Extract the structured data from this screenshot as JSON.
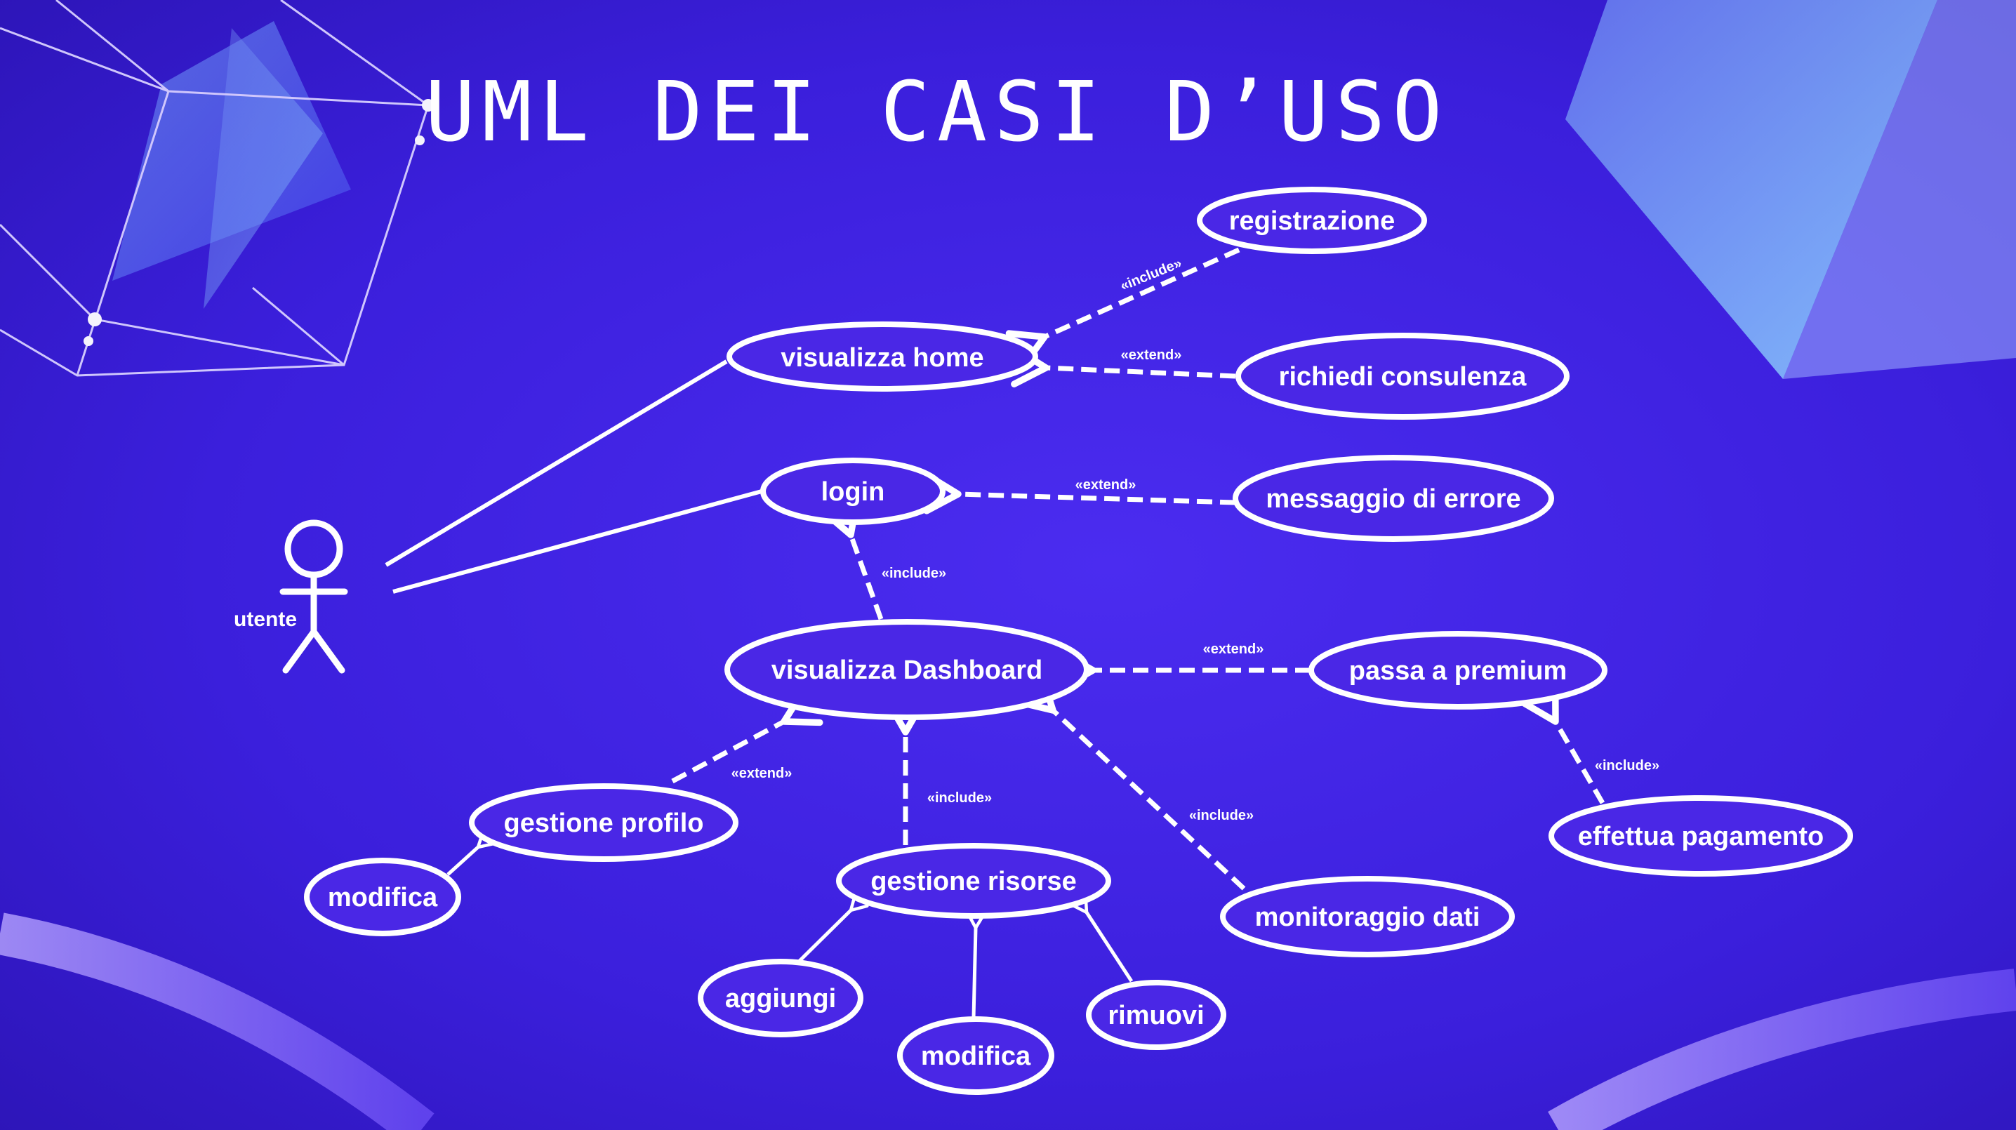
{
  "title": "UML DEI CASI D’USO",
  "actor": {
    "label": "utente"
  },
  "use_cases": {
    "registrazione": "registrazione",
    "visualizza_home": "visualizza home",
    "richiedi_consulenza": "richiedi consulenza",
    "login": "login",
    "messaggio_errore": "messaggio di errore",
    "visualizza_dashboard": "visualizza Dashboard",
    "passa_premium": "passa a premium",
    "gestione_profilo": "gestione profilo",
    "modifica_profilo": "modifica",
    "gestione_risorse": "gestione risorse",
    "aggiungi": "aggiungi",
    "modifica_risorse": "modifica",
    "rimuovi": "rimuovi",
    "monitoraggio_dati": "monitoraggio dati",
    "effettua_pagamento": "effettua pagamento"
  },
  "stereotypes": {
    "include": "«include»",
    "extend": "«extend»"
  },
  "colors": {
    "background": "#3a1fd9",
    "line": "#ffffff",
    "ellipse_fill": "#4a27e6"
  }
}
